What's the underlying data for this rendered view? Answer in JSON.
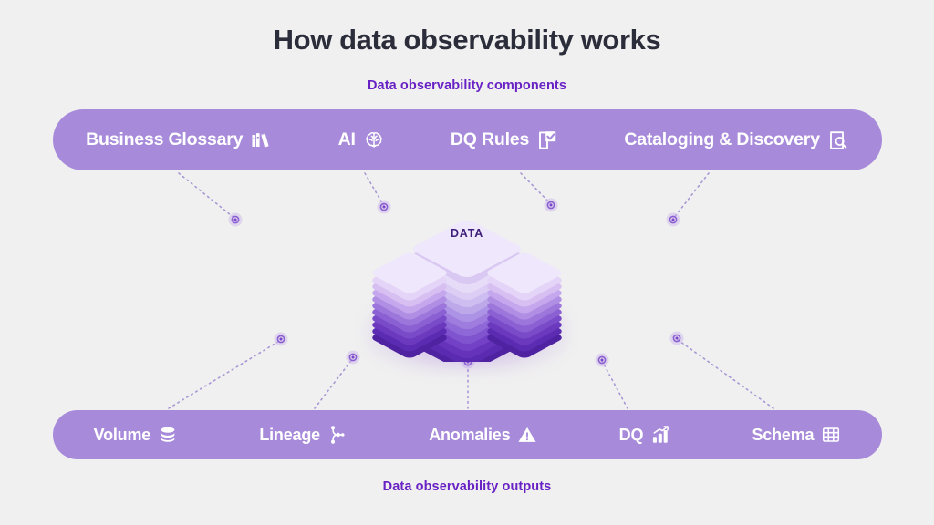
{
  "page": {
    "title": "How data observability works",
    "background_color": "#f0f0f0",
    "title_color": "#2b2d3a",
    "accent_purple": "#6821c4",
    "pill_color": "#a78bda"
  },
  "captions": {
    "top": "Data observability components",
    "bottom": "Data observability outputs"
  },
  "components_bar": {
    "items": [
      {
        "label": "Business Glossary",
        "icon": "books-icon"
      },
      {
        "label": "AI",
        "icon": "brain-icon"
      },
      {
        "label": "DQ Rules",
        "icon": "checked-document-icon"
      },
      {
        "label": "Cataloging & Discovery",
        "icon": "document-search-icon"
      }
    ]
  },
  "outputs_bar": {
    "items": [
      {
        "label": "Volume",
        "icon": "database-icon"
      },
      {
        "label": "Lineage",
        "icon": "lineage-nodes-icon"
      },
      {
        "label": "Anomalies",
        "icon": "warning-triangle-icon"
      },
      {
        "label": "DQ",
        "icon": "bar-chart-icon"
      },
      {
        "label": "Schema",
        "icon": "table-grid-icon"
      }
    ]
  },
  "center": {
    "label": "DATA",
    "label_color": "#3d1f7a",
    "description": "isometric stacked data layers"
  }
}
